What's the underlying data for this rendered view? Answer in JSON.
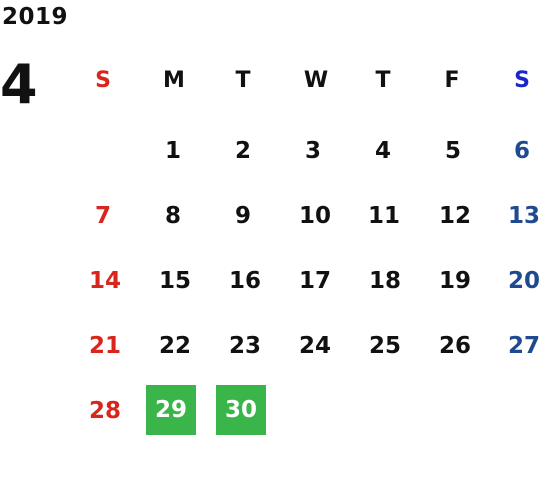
{
  "year": "2019",
  "month": "4",
  "weekdays": [
    "S",
    "M",
    "T",
    "W",
    "T",
    "F",
    "S"
  ],
  "weeks": [
    [
      "",
      "1",
      "2",
      "3",
      "4",
      "5",
      "6"
    ],
    [
      "7",
      "8",
      "9",
      "10",
      "11",
      "12",
      "13"
    ],
    [
      "14",
      "15",
      "16",
      "17",
      "18",
      "19",
      "20"
    ],
    [
      "21",
      "22",
      "23",
      "24",
      "25",
      "26",
      "27"
    ],
    [
      "28",
      "29",
      "30",
      "",
      "",
      "",
      ""
    ]
  ],
  "highlighted_days": [
    "29",
    "30"
  ],
  "colors": {
    "sunday": "#d9261c",
    "saturday_header": "#1a26cc",
    "saturday": "#1f4a8f",
    "highlight": "#3ab54a"
  }
}
